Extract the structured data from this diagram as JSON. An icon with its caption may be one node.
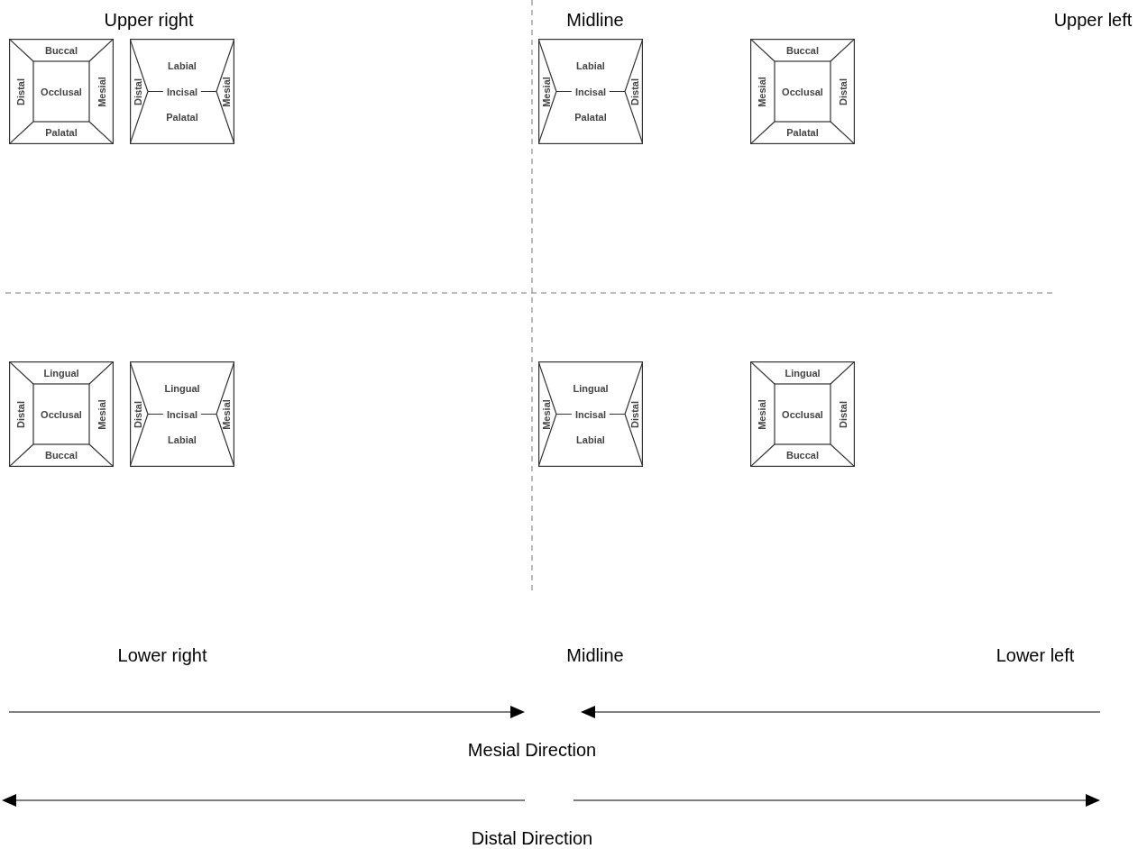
{
  "diagram": {
    "nodes": [
      {
        "text": [
          "Buccal",
          "Distal",
          "Occlusal",
          "Mesial",
          "Palatal"
        ]
      },
      {
        "text": [
          "Labial",
          "Distal",
          "Incisal",
          "Mesial",
          "Palatal"
        ]
      },
      {
        "text": [
          "Labial",
          "Mesial",
          "Incisal",
          "Distal",
          "Palatal"
        ]
      },
      {
        "text": [
          "Buccal",
          "Mesial",
          "Occlusal",
          "Distal",
          "Palatal"
        ]
      },
      {
        "text": [
          "Lingual",
          "Distal",
          "Occlusal",
          "Mesial",
          "Buccal"
        ]
      },
      {
        "text": [
          "Lingual",
          "Distal",
          "Incisal",
          "Mesial",
          "Labial"
        ]
      },
      {
        "text": [
          "Lingual",
          "Mesial",
          "Incisal",
          "Distal",
          "Labial"
        ]
      },
      {
        "text": [
          "Lingual",
          "Mesial",
          "Occlusal",
          "Distal",
          "Buccal"
        ]
      }
    ],
    "edges": [],
    "labels": [
      "Upper right",
      "Midline",
      "Upper left",
      "Lower right",
      "Midline",
      "Lower left",
      "Mesial Direction",
      "Distal Direction"
    ]
  }
}
